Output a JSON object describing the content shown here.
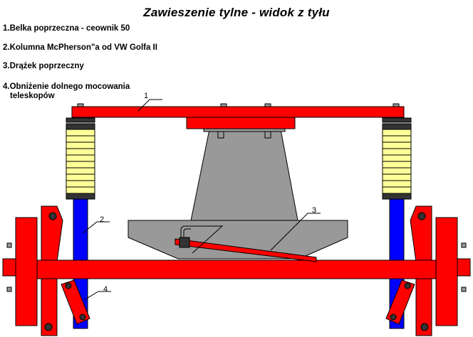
{
  "title": "Zawieszenie tylne - widok z tyłu",
  "legend": {
    "item1": "1.Belka poprzeczna - ceownik 50",
    "item2": "2.Kolumna McPherson\"a od VW Golfa II",
    "item3": "3.Drążek poprzeczny",
    "item4_line1": "4.Obniżenie dolnego mocowania",
    "item4_line2": "teleskopów"
  },
  "callouts": {
    "c1": "1",
    "c2": "2",
    "c3": "3",
    "c4": "4"
  },
  "colors": {
    "red": "#ff0000",
    "blue": "#0000ff",
    "spring": "#ffff99",
    "gray": "#999999",
    "dark": "#333333",
    "outline": "#000000"
  }
}
